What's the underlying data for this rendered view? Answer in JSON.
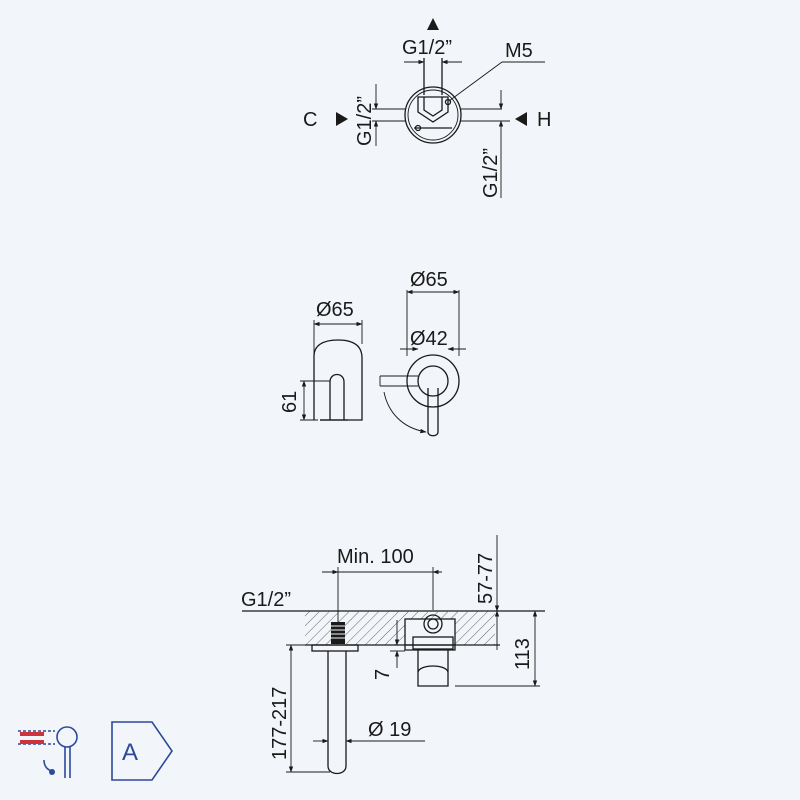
{
  "top_view": {
    "inlet_top": "G1/2”",
    "screw": "M5",
    "cold": "C",
    "hot": "H",
    "inlet_left": "G1/2”",
    "inlet_right": "G1/2”"
  },
  "middle_view": {
    "rosette_side": "Ø65",
    "height": "61",
    "rosette_front": "Ø65",
    "handle_base": "Ø42"
  },
  "bottom_view": {
    "min_distance": "Min. 100",
    "depth_range": "57-77",
    "connection": "G1/2”",
    "wall_depth": "113",
    "gap": "7",
    "spout_length": "177-217",
    "spout_diameter": "Ø 19"
  },
  "energy_class": {
    "label": "A"
  },
  "colors": {
    "background": "#f2f5f9",
    "line": "#1a1a1a",
    "icon_blue": "#2c4a9a",
    "icon_red": "#d0323c"
  }
}
